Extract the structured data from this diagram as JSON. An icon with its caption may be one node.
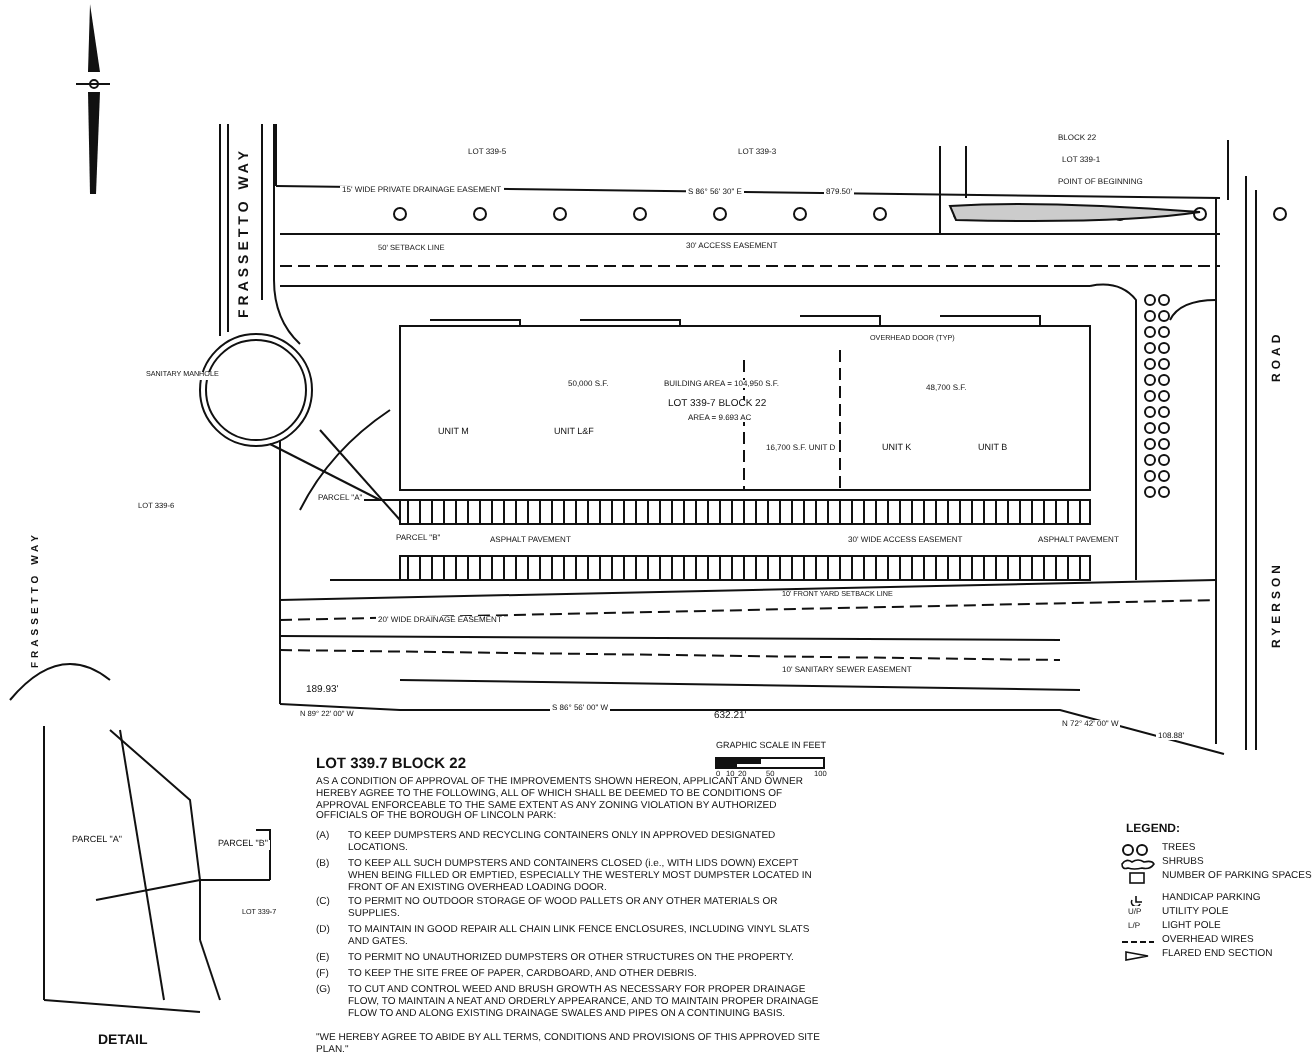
{
  "diagram": {
    "labels": [
      "LOT 339-5",
      "LOT 339-3",
      "BLOCK 22",
      "LOT 339-1",
      "POINT OF BEGINNING",
      "15' WIDE PRIVATE DRAINAGE EASEMENT",
      "S 86° 56' 30\" E",
      "879.50'",
      "50' SETBACK LINE",
      "30' ACCESS EASEMENT",
      "FRASSETTO WAY",
      "SANITARY MANHOLE",
      "OVERHEAD DOOR (TYP)",
      "50,000 S.F.",
      "BUILDING AREA = 104,950 S.F.",
      "48,700 S.F.",
      "ROAD",
      "LOT 339-7 BLOCK 22",
      "AREA = 9.693 AC",
      "UNIT M",
      "UNIT L&F",
      "16,700 S.F. UNIT D",
      "UNIT K",
      "UNIT B",
      "LOT 339-6",
      "PARCEL \"A\"",
      "PARCEL \"B\"",
      "ASPHALT PAVEMENT",
      "30' WIDE ACCESS EASEMENT",
      "ASPHALT PAVEMENT",
      "RYERSON",
      "FRASSETTO WAY",
      "10' FRONT YARD SETBACK LINE",
      "20' WIDE DRAINAGE EASEMENT",
      "10' SANITARY SEWER EASEMENT",
      "189.93'",
      "N 89° 22' 00\" W",
      "S 86° 56' 00\" W",
      "632.21'",
      "N 72° 42' 00\" W",
      "108.88'",
      "GRAPHIC SCALE IN FEET",
      "0",
      "10",
      "20",
      "50",
      "100",
      "PARCEL \"A\"",
      "PARCEL \"B\"",
      "LOT 339-7",
      "DETAIL",
      "LOT 339.7 BLOCK 22",
      "AS A CONDITION OF APPROVAL OF THE IMPROVEMENTS SHOWN HEREON, APPLICANT AND OWNER HEREBY AGREE TO THE FOLLOWING, ALL OF WHICH SHALL BE DEEMED TO BE CONDITIONS OF APPROVAL ENFORCEABLE TO THE SAME EXTENT AS ANY ZONING VIOLATION BY AUTHORIZED OFFICIALS OF THE BOROUGH OF LINCOLN PARK:",
      "(A)",
      "TO KEEP DUMPSTERS AND RECYCLING CONTAINERS ONLY IN APPROVED DESIGNATED LOCATIONS.",
      "(B)",
      "TO KEEP ALL SUCH DUMPSTERS AND CONTAINERS CLOSED (i.e., WITH LIDS DOWN) EXCEPT WHEN BEING FILLED OR EMPTIED, ESPECIALLY THE WESTERLY MOST DUMPSTER LOCATED IN FRONT OF AN EXISTING OVERHEAD LOADING DOOR.",
      "(C)",
      "TO PERMIT NO OUTDOOR STORAGE OF WOOD PALLETS OR ANY OTHER MATERIALS OR SUPPLIES.",
      "(D)",
      "TO MAINTAIN IN GOOD REPAIR ALL CHAIN LINK FENCE ENCLOSURES, INCLUDING VINYL SLATS AND GATES.",
      "(E)",
      "TO PERMIT NO UNAUTHORIZED DUMPSTERS OR OTHER STRUCTURES ON THE PROPERTY.",
      "(F)",
      "TO KEEP THE SITE FREE OF PAPER, CARDBOARD, AND OTHER DEBRIS.",
      "(G)",
      "TO CUT AND CONTROL WEED AND BRUSH GROWTH AS NECESSARY FOR PROPER DRAINAGE FLOW, TO MAINTAIN A NEAT AND ORDERLY APPEARANCE, AND TO MAINTAIN PROPER DRAINAGE FLOW TO AND ALONG EXISTING DRAINAGE SWALES AND PIPES ON A CONTINUING BASIS.",
      "\"WE HEREBY AGREE TO ABIDE BY ALL TERMS, CONDITIONS AND PROVISIONS OF THIS APPROVED SITE PLAN.\"",
      "LEGEND:",
      "U/P",
      "L/P"
    ],
    "legend": [
      {
        "text": "TREES"
      },
      {
        "text": "SHRUBS"
      },
      {
        "text": "NUMBER OF PARKING SPACES"
      },
      {
        "text": "HANDICAP PARKING"
      },
      {
        "text": "UTILITY POLE"
      },
      {
        "text": "LIGHT POLE"
      },
      {
        "text": "OVERHEAD WIRES"
      },
      {
        "text": "FLARED END SECTION"
      }
    ]
  }
}
